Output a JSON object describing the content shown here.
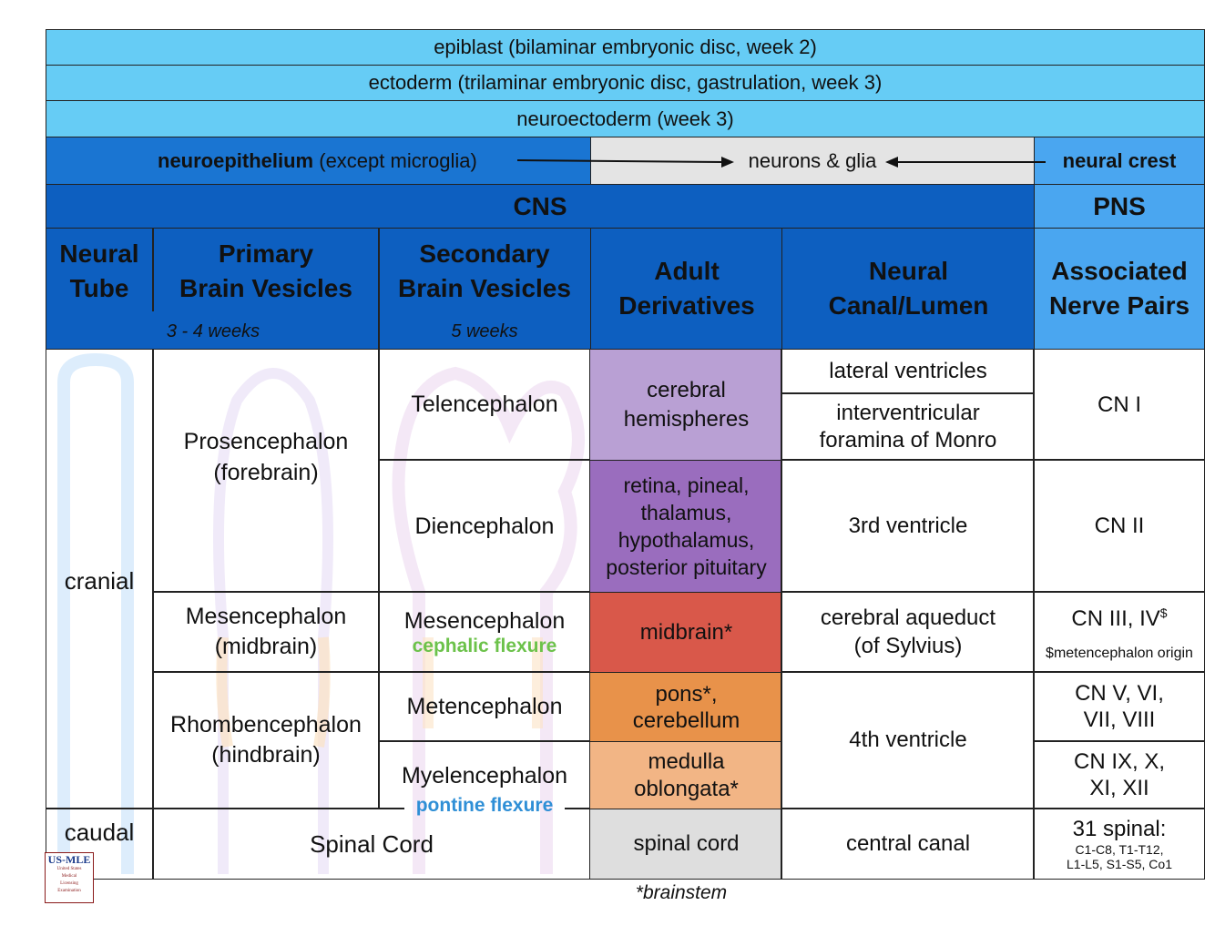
{
  "rows_top": {
    "epiblast": "epiblast (bilaminar embryonic disc, week 2)",
    "ectoderm": "ectoderm (trilaminar embryonic disc, gastrulation, week 3)",
    "neuroectoderm": "neuroectoderm (week 3)"
  },
  "lineage": {
    "neuroepithelium_bold": "neuroepithelium",
    "neuroepithelium_rest": " (except microglia)",
    "neurons_glia": "neurons & glia",
    "neural_crest": "neural crest"
  },
  "division": {
    "cns": "CNS",
    "pns": "PNS"
  },
  "headers": {
    "neural_tube": [
      "Neural",
      "Tube"
    ],
    "primary": [
      "Primary",
      "Brain Vesicles"
    ],
    "primary_time": "3 - 4 weeks",
    "secondary": [
      "Secondary",
      "Brain Vesicles"
    ],
    "secondary_time": "5 weeks",
    "adult": [
      "Adult",
      "Derivatives"
    ],
    "canal": [
      "Neural",
      "Canal/Lumen"
    ],
    "nerves": [
      "Associated",
      "Nerve Pairs"
    ]
  },
  "neural_tube": {
    "cranial": "cranial",
    "caudal": "caudal"
  },
  "primary": {
    "prosencephalon": [
      "Prosencephalon",
      "(forebrain)"
    ],
    "mesencephalon": [
      "Mesencephalon",
      "(midbrain)"
    ],
    "rhombencephalon": [
      "Rhombencephalon",
      "(hindbrain)"
    ],
    "spinal_cord": "Spinal Cord"
  },
  "secondary": {
    "telencephalon": "Telencephalon",
    "diencephalon": "Diencephalon",
    "mesencephalon": "Mesencephalon",
    "cephalic_flexure": "cephalic flexure",
    "metencephalon": "Metencephalon",
    "myelencephalon": "Myelencephalon",
    "pontine_flexure": "pontine flexure"
  },
  "adult": {
    "cerebral": [
      "cerebral",
      "hemispheres"
    ],
    "retina": [
      "retina, pineal,",
      "thalamus,",
      "hypothalamus,",
      "posterior pituitary"
    ],
    "midbrain": "midbrain*",
    "pons": [
      "pons*,",
      "cerebellum"
    ],
    "medulla": [
      "medulla",
      "oblongata*"
    ],
    "spinal_cord": "spinal cord",
    "footnote": "*brainstem"
  },
  "canal": {
    "lateral": "lateral ventricles",
    "interventricular": [
      "interventricular",
      "foramina of Monro"
    ],
    "third": "3rd ventricle",
    "aqueduct": [
      "cerebral aqueduct",
      "(of Sylvius)"
    ],
    "fourth": "4th ventricle",
    "central": "central canal"
  },
  "nerves": {
    "cn1": "CN I",
    "cn2": "CN II",
    "cn34": "CN III, IV",
    "cn34_sup": "$",
    "cn34_note": "$metencephalon origin",
    "cn5": [
      "CN V, VI,",
      "VII, VIII"
    ],
    "cn9": [
      "CN IX, X,",
      "XI, XII"
    ],
    "spinal": "31 spinal:",
    "spinal_detail": [
      "C1-C8, T1-T12,",
      "L1-L5, S1-S5, Co1"
    ]
  },
  "logo": {
    "text": [
      "US-MLE",
      "United States",
      "Medical",
      "Licensing",
      "Examination"
    ]
  },
  "colors": {
    "light_blue": "#66ccf5",
    "mid_blue": "#1a75d2",
    "dark_blue": "#0d5fc0",
    "pns_blue": "#4aa6f0",
    "lavender": "#b9a0d4",
    "purple": "#9a6dbe",
    "red": "#d9584a",
    "orange": "#e8924a",
    "peach": "#f2b585",
    "grey": "#dedede",
    "cephalic_green": "#6cc24a",
    "pontine_blue": "#2f8fd6"
  }
}
